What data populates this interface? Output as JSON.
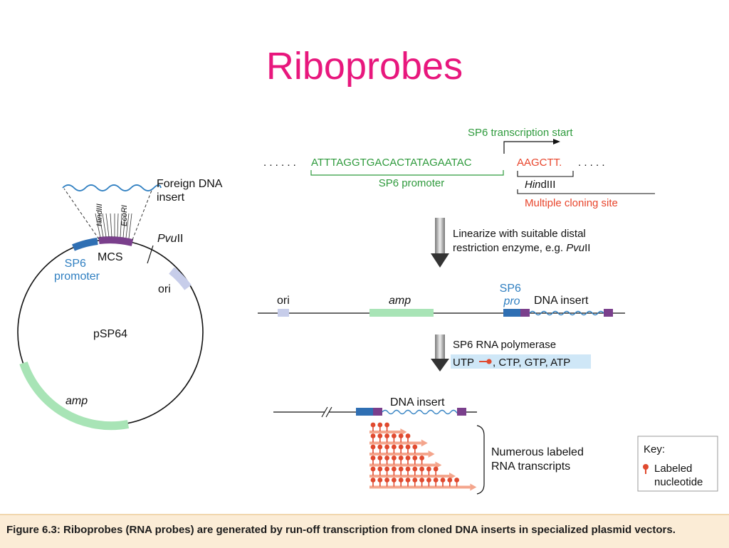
{
  "slide": {
    "title": "Riboprobes",
    "caption": "Figure 6.3: Riboprobes (RNA probes) are generated by run-off transcription from cloned DNA inserts in specialized plasmid vectors."
  },
  "plasmid": {
    "name": "pSP64",
    "foreign_dna_insert": "Foreign DNA insert",
    "hindiii": "HindIII",
    "ecori": "EcoRI",
    "mcs": "MCS",
    "pvuii": "PvuII",
    "sp6_promoter": "SP6 promoter",
    "ori": "ori",
    "amp": "amp"
  },
  "sequence": {
    "leading_dots": ". . . . . .",
    "promoter_seq": "ATTTAGGTGACACTATAGAATAC",
    "hind_seq": "AAGCTT.",
    "trailing_dots": ". . . . .",
    "transcription_start": "SP6 transcription start",
    "sp6_promoter_label": "SP6 promoter",
    "hindiii_label": "HindIII",
    "mcs_label": "Multiple cloning site"
  },
  "steps": {
    "linearize": "Linearize with suitable distal restriction enzyme, e.g. PvuII",
    "polymerase": "SP6 RNA polymerase",
    "ntps": ", CTP, GTP, ATP",
    "utp": "UTP"
  },
  "linear_map": {
    "ori": "ori",
    "amp": "amp",
    "sp6_pro": "SP6 pro",
    "dna_insert": "DNA insert"
  },
  "transcription": {
    "dna_insert": "DNA insert",
    "transcripts_label": "Numerous labeled RNA transcripts",
    "transcript_label_counts": [
      3,
      6,
      7,
      8,
      10,
      13
    ]
  },
  "key": {
    "title": "Key:",
    "labeled_nucleotide": "Labeled nucleotide"
  },
  "colors": {
    "title": "#e8177d",
    "green_seq": "#2e9a3c",
    "red_seq": "#e8452c",
    "blue_promoter": "#2f6fb3",
    "purple_mcs": "#7a3f8c",
    "amp_green": "#a8e4b6",
    "ori_lavender": "#c7cdea",
    "label_red": "#e04a2f",
    "arrow_salmon": "#f4a58c",
    "caption_bg": "#fbecd6",
    "ntp_box": "#cfe7f7"
  }
}
